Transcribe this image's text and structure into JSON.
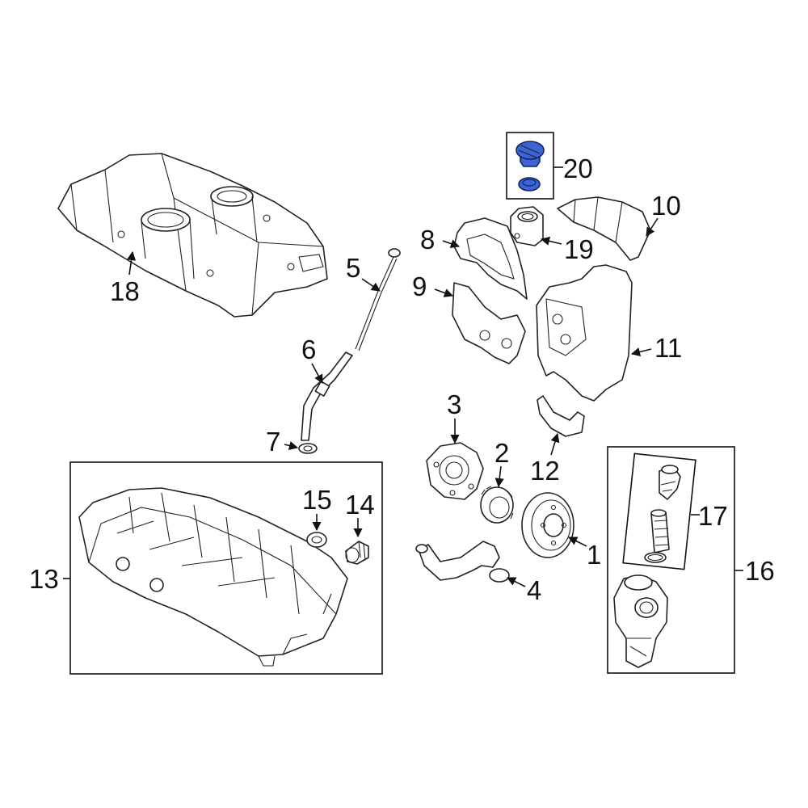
{
  "callouts": {
    "c1": "1",
    "c2": "2",
    "c3": "3",
    "c4": "4",
    "c5": "5",
    "c6": "6",
    "c7": "7",
    "c8": "8",
    "c9": "9",
    "c10": "10",
    "c11": "11",
    "c12": "12",
    "c13": "13",
    "c14": "14",
    "c15": "15",
    "c16": "16",
    "c17": "17",
    "c18": "18",
    "c19": "19",
    "c20": "20"
  },
  "colors": {
    "highlight": "#3d63d6",
    "line": "#222222",
    "background": "#ffffff"
  }
}
